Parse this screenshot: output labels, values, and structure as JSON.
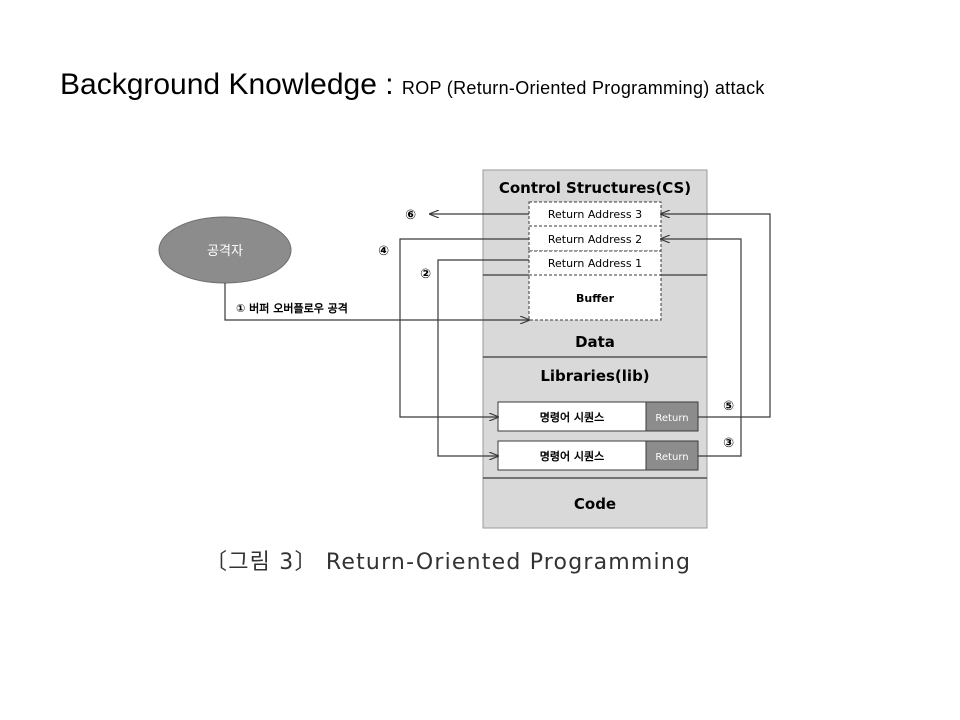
{
  "title": {
    "main": "Background Knowledge : ",
    "sub": "ROP (Return-Oriented Programming) attack"
  },
  "diagram": {
    "memory": {
      "control_structures": "Control Structures(CS)",
      "return_address_3": "Return Address 3",
      "return_address_2": "Return Address 2",
      "return_address_1": "Return Address 1",
      "buffer": "Buffer",
      "data": "Data",
      "libraries": "Libraries(lib)",
      "instruction_sequence_1": "명령어 시퀀스",
      "instruction_sequence_2": "명령어 시퀀스",
      "return_1": "Return",
      "return_2": "Return",
      "code": "Code"
    },
    "attacker": "공격자",
    "steps": {
      "step1": "① 버퍼 오버플로우 공격",
      "step2": "②",
      "step3": "③",
      "step4": "④",
      "step5": "⑤",
      "step6": "⑥"
    },
    "caption": "〔그림 3〕 Return-Oriented Programming"
  },
  "colors": {
    "memory_fill": "#d9d9d9",
    "attacker_fill": "#8c8c8c",
    "return_fill": "#8c8c8c",
    "line": "#3a3a3a"
  }
}
